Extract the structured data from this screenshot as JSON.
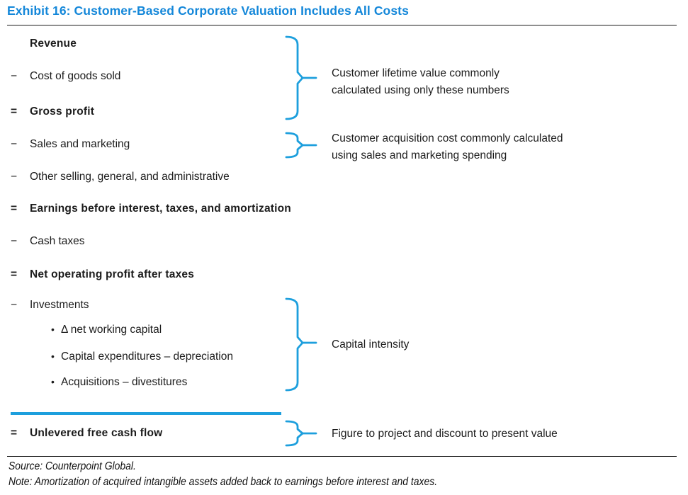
{
  "title": "Exhibit 16: Customer-Based Corporate Valuation Includes All Costs",
  "colors": {
    "title": "#1487d9",
    "accent": "#1d9fdd",
    "text": "#1c1c1c"
  },
  "statement": {
    "bullet_glyph": "•",
    "rows": [
      {
        "op": "",
        "label": "Revenue",
        "bold": true
      },
      {
        "op": "−",
        "label": "Cost of goods sold",
        "bold": false
      },
      {
        "op": "=",
        "label": "Gross profit",
        "bold": true
      },
      {
        "op": "−",
        "label": "Sales and marketing",
        "bold": false
      },
      {
        "op": "−",
        "label": "Other selling, general, and administrative",
        "bold": false
      },
      {
        "op": "=",
        "label": "Earnings before interest, taxes, and amortization",
        "bold": true
      },
      {
        "op": "−",
        "label": "Cash taxes",
        "bold": false
      },
      {
        "op": "=",
        "label": "Net operating profit after taxes",
        "bold": true
      },
      {
        "op": "−",
        "label": "Investments",
        "bold": false
      },
      {
        "op": "=",
        "label": "Unlevered free cash flow",
        "bold": true
      }
    ],
    "sub_items": [
      "Δ net working capital",
      "Capital expenditures – depreciation",
      "Acquisitions – divestitures"
    ]
  },
  "annotations": [
    {
      "lines": [
        "Customer lifetime value commonly",
        "calculated using only these numbers"
      ]
    },
    {
      "lines": [
        "Customer acquisition cost commonly calculated",
        "using sales and marketing spending"
      ]
    },
    {
      "lines": [
        "Capital intensity"
      ]
    },
    {
      "lines": [
        "Figure to project and discount to present value"
      ]
    }
  ],
  "footer": {
    "source": "Source: Counterpoint Global.",
    "note": "Note: Amortization of acquired intangible assets added back to earnings before interest and taxes."
  }
}
